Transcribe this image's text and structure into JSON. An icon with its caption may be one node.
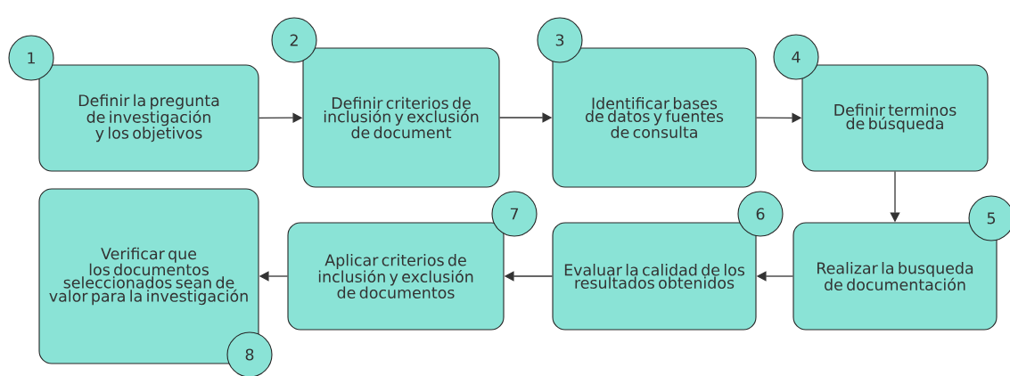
{
  "diagram": {
    "nodes": [
      {
        "text": [
          "1"
        ]
      },
      {
        "text": [
          "Definir la pregunta de investigación y los objetivos"
        ]
      },
      {
        "text": [
          "2"
        ]
      },
      {
        "text": [
          "Definir criterios de inclusión y exclusión de document"
        ]
      },
      {
        "text": [
          "3"
        ]
      },
      {
        "text": [
          "Identificar bases de datos y fuentes de consulta"
        ]
      },
      {
        "text": [
          "4"
        ]
      },
      {
        "text": [
          "Definir terminos de búsqueda"
        ]
      },
      {
        "text": [
          "5"
        ]
      },
      {
        "text": [
          "Realizar la busqueda de documentación"
        ]
      },
      {
        "text": [
          "6"
        ]
      },
      {
        "text": [
          "Evaluar la calidad de los resultados obtenidos"
        ]
      },
      {
        "text": [
          "7"
        ]
      },
      {
        "text": [
          "Aplicar criterios de inclusión y exclusión de documentos"
        ]
      },
      {
        "text": [
          "8"
        ]
      },
      {
        "text": [
          "Verificar que los documentos seleccionados sean de valor para la investigación"
        ]
      }
    ],
    "edges": [
      {
        "from": 1,
        "to": 3,
        "arrow": "to"
      },
      {
        "from": 3,
        "to": 5,
        "arrow": "to"
      },
      {
        "from": 5,
        "to": 7,
        "arrow": "to"
      },
      {
        "from": 7,
        "to": 9,
        "arrow": "to"
      },
      {
        "from": 9,
        "to": 11,
        "arrow": "to"
      },
      {
        "from": 11,
        "to": 13,
        "arrow": "to"
      },
      {
        "from": 13,
        "to": 15,
        "arrow": "to"
      }
    ]
  }
}
